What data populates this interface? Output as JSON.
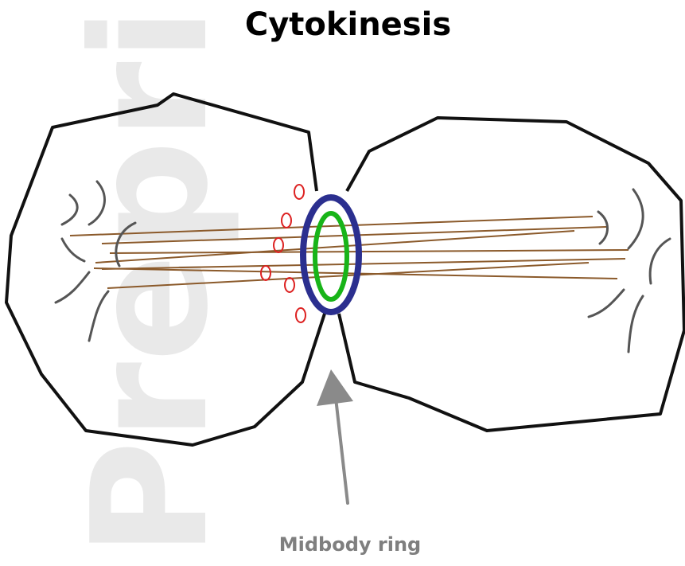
{
  "diagram": {
    "title": "Cytokinesis",
    "label": "Midbody ring",
    "watermark": "Preprint",
    "colors": {
      "cell_outline": "#111111",
      "midbody_outer": "#2b2f8f",
      "midbody_inner": "#18b418",
      "vesicles": "#dd2222",
      "microtubules": "#8b5a2b",
      "chromosomes": "#555555",
      "arrow": "#8a8a8a",
      "watermark": "#e9e9e9"
    }
  }
}
